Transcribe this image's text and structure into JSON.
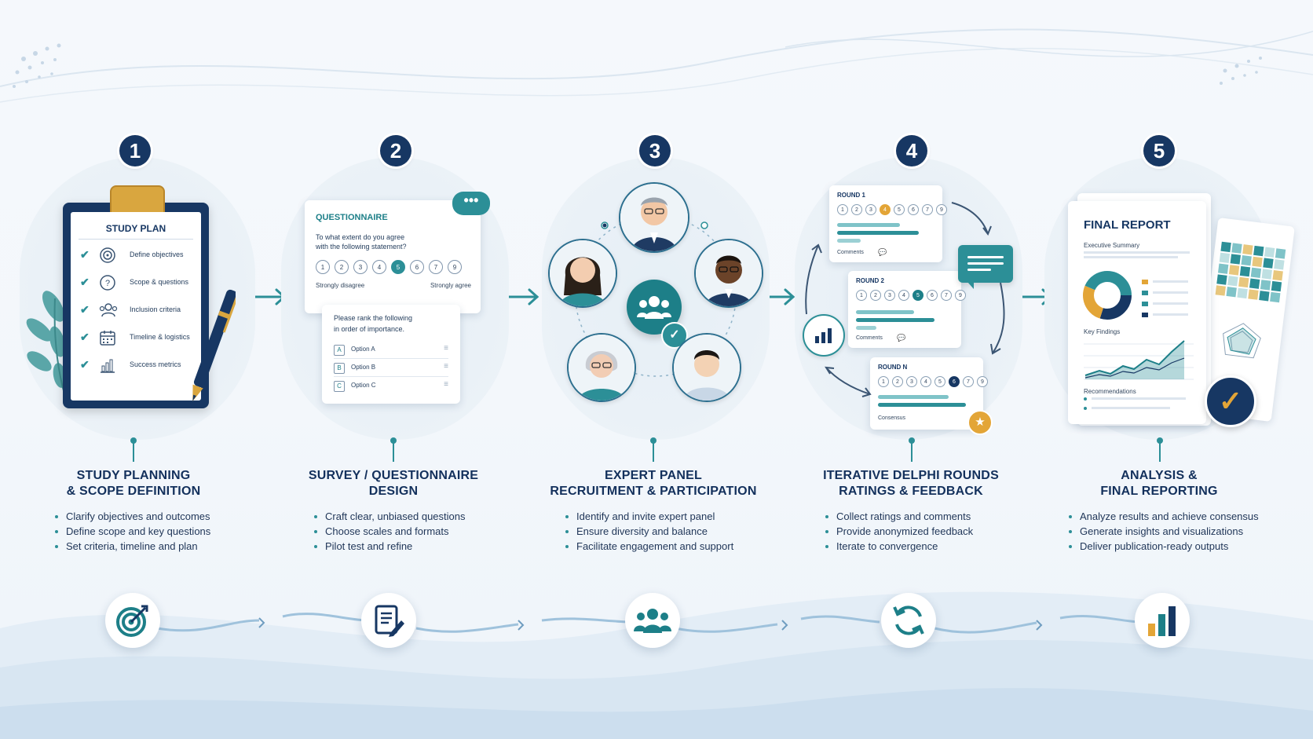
{
  "steps": [
    {
      "number": "1",
      "title_line1": "STUDY PLANNING",
      "title_line2": "& SCOPE DEFINITION",
      "bullets": [
        "Clarify objectives and outcomes",
        "Define scope and key questions",
        "Set criteria, timeline and plan"
      ],
      "illustration": {
        "heading": "STUDY PLAN",
        "items": [
          "Define objectives",
          "Scope & questions",
          "Inclusion criteria",
          "Timeline & logistics",
          "Success metrics"
        ]
      },
      "bottom_icon": "target-icon"
    },
    {
      "number": "2",
      "title_line1": "SURVEY / QUESTIONNAIRE",
      "title_line2": "DESIGN",
      "bullets": [
        "Craft clear, unbiased questions",
        "Choose scales and formats",
        "Pilot test and refine"
      ],
      "illustration": {
        "heading": "QUESTIONNAIRE",
        "question_line1": "To what extent do you agree",
        "question_line2": "with the following statement?",
        "scale": [
          "1",
          "2",
          "3",
          "4",
          "5",
          "6",
          "7",
          "9"
        ],
        "selected": "5",
        "low_label": "Strongly disagree",
        "high_label": "Strongly agree",
        "rank_line1": "Please rank the following",
        "rank_line2": "in order of importance.",
        "options": [
          {
            "key": "A",
            "label": "Option A"
          },
          {
            "key": "B",
            "label": "Option B"
          },
          {
            "key": "C",
            "label": "Option C"
          }
        ]
      },
      "bottom_icon": "document-edit-icon"
    },
    {
      "number": "3",
      "title_line1": "EXPERT PANEL",
      "title_line2": "RECRUITMENT & PARTICIPATION",
      "bullets": [
        "Identify and invite expert panel",
        "Ensure diversity and balance",
        "Facilitate engagement and support"
      ],
      "bottom_icon": "group-icon"
    },
    {
      "number": "4",
      "title_line1": "ITERATIVE DELPHI ROUNDS",
      "title_line2": "RATINGS & FEEDBACK",
      "bullets": [
        "Collect ratings and comments",
        "Provide anonymized feedback",
        "Iterate to convergence"
      ],
      "illustration": {
        "rounds": [
          {
            "label": "ROUND 1",
            "scale": [
              "1",
              "2",
              "3",
              "4",
              "5",
              "6",
              "7",
              "9"
            ],
            "selected": "4",
            "footer": "Comments"
          },
          {
            "label": "ROUND 2",
            "scale": [
              "1",
              "2",
              "3",
              "4",
              "5",
              "6",
              "7",
              "9"
            ],
            "selected": "5",
            "footer": "Comments"
          },
          {
            "label": "ROUND N",
            "scale": [
              "1",
              "2",
              "3",
              "4",
              "5",
              "6",
              "7",
              "9"
            ],
            "selected": "6",
            "footer": "Consensus"
          }
        ]
      },
      "bottom_icon": "refresh-icon"
    },
    {
      "number": "5",
      "title_line1": "ANALYSIS &",
      "title_line2": "FINAL REPORTING",
      "bullets": [
        "Analyze results and achieve consensus",
        "Generate insights and visualizations",
        "Deliver publication-ready outputs"
      ],
      "illustration": {
        "heading": "FINAL REPORT",
        "section1": "Executive Summary",
        "section2": "Key Findings",
        "section3": "Recommendations"
      },
      "bottom_icon": "bar-chart-icon"
    }
  ],
  "colors": {
    "navy": "#173763",
    "teal": "#2c8f97",
    "gold": "#e3a537",
    "light_blue": "#cfe3ef"
  }
}
